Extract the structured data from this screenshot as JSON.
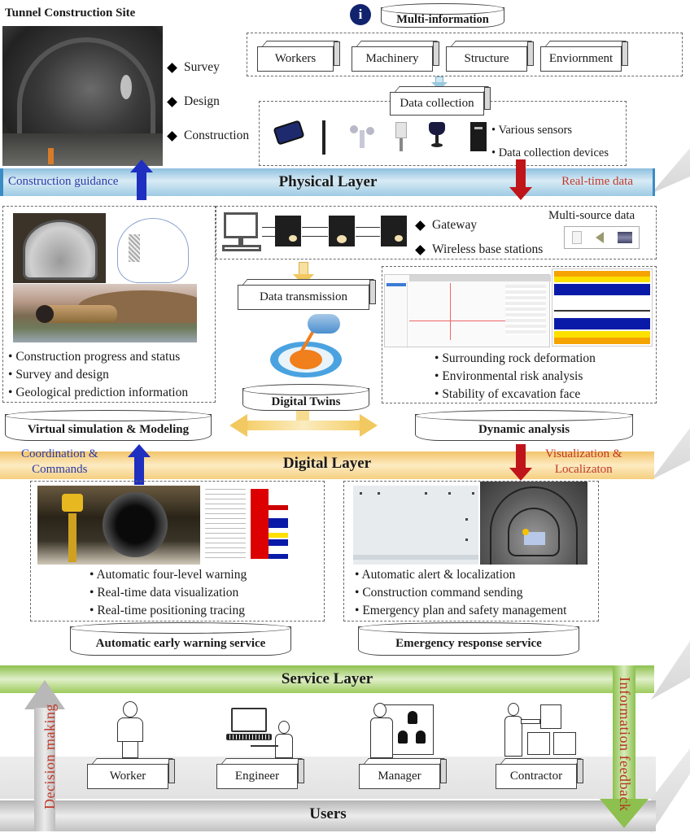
{
  "physical": {
    "site_title": "Tunnel Construction Site",
    "site_items": [
      "Survey",
      "Design",
      "Construction"
    ],
    "multi_info": "Multi-information",
    "categories": [
      "Workers",
      "Machinery",
      "Structure",
      "Enviornment"
    ],
    "data_collection": "Data collection",
    "sensor_bullets": [
      "Various sensors",
      "Data collection devices"
    ],
    "layer_title": "Physical Layer",
    "left_label": "Construction guidance",
    "right_label": "Real-time data"
  },
  "digital": {
    "network_items": [
      "Gateway",
      "Wireless base stations"
    ],
    "multi_source": "Multi-source data",
    "data_transmission": "Data transmission",
    "digital_twins": "Digital Twins",
    "virtual_bullets": [
      "Construction progress and status",
      "Survey and  design",
      "Geological prediction information"
    ],
    "virtual_label": "Virtual simulation & Modeling",
    "dynamic_bullets": [
      "Surrounding rock deformation",
      "Environmental risk analysis",
      "Stability of excavation face"
    ],
    "dynamic_label": "Dynamic analysis",
    "layer_title": "Digital Layer",
    "left_label_1": "Coordination &",
    "left_label_2": "Commands",
    "right_label_1": "Visualization &",
    "right_label_2": "Localizaton"
  },
  "service": {
    "warning_bullets": [
      "Automatic four-level warning",
      "Real-time data visualization",
      "Real-time positioning tracing"
    ],
    "warning_label": "Automatic early warning service",
    "emergency_bullets": [
      "Automatic alert & localization",
      "Construction command sending",
      "Emergency plan and safety management"
    ],
    "emergency_label": "Emergency response service",
    "layer_title": "Service Layer"
  },
  "users": {
    "roles": [
      "Worker",
      "Engineer",
      "Manager",
      "Contractor"
    ],
    "layer_title": "Users",
    "left_label": "Decision making",
    "right_label": "Information feedback"
  },
  "colors": {
    "physical_band": "#a9cfe6",
    "digital_band": "#f6c96a",
    "service_band": "#9bc85a",
    "users_band": "#c9c9c9",
    "blue_arrow": "#1f2fbf",
    "red_arrow": "#c0141b",
    "blue_text": "#2a3aa8",
    "red_text": "#c0392b"
  }
}
